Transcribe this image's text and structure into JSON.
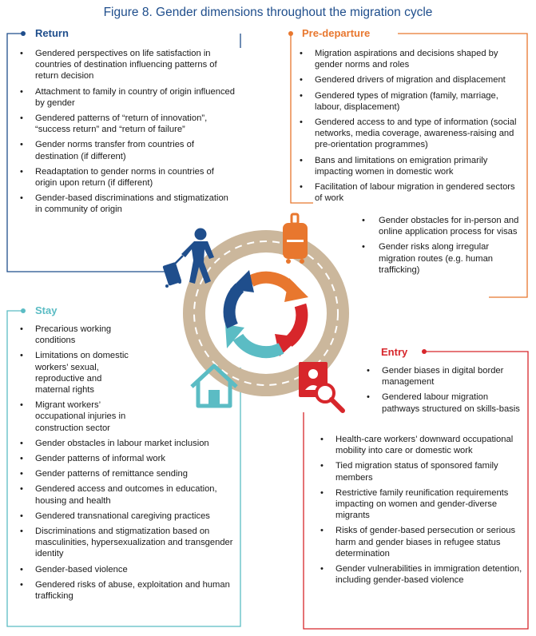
{
  "title": "Figure 8. Gender dimensions throughout the migration cycle",
  "colors": {
    "return": "#1f4e8c",
    "pre_departure": "#e8772e",
    "stay": "#5bbcc4",
    "entry": "#d7262b",
    "road": "#cbb79c"
  },
  "return": {
    "title": "Return",
    "icon": "traveller-icon",
    "items": [
      "Gendered perspectives on life satisfaction in countries of destination influencing patterns of return decision",
      "Attachment to family in country of origin influenced by gender",
      "Gendered patterns of “return of innovation”, “success return” and “return of failure”",
      "Gender norms transfer from countries of destination (if different)",
      "Readaptation to gender norms in countries of origin upon return (if different)",
      "Gender-based discriminations and stigmatization in community of origin"
    ]
  },
  "pre_departure": {
    "title": "Pre-departure",
    "icon": "suitcase-icon",
    "items": [
      "Migration aspirations and decisions shaped by gender norms and roles",
      "Gendered drivers of migration and displacement",
      "Gendered types of migration (family, marriage, labour, displacement)",
      "Gendered access to and type of information (social networks, media coverage, awareness-raising and pre-orientation programmes)",
      "Bans and limitations on emigration primarily impacting women in domestic work",
      "Facilitation of labour migration in gendered sectors of work"
    ],
    "sub_items": [
      "Gender obstacles for in-person and online application process for visas",
      "Gender risks along irregular migration routes (e.g. human trafficking)"
    ]
  },
  "stay": {
    "title": "Stay",
    "icon": "house-icon",
    "items": [
      "Precarious working conditions",
      "Limitations on domestic workers’ sexual, reproductive and maternal rights",
      "Migrant workers’ occupational injuries in construction sector",
      "Gender obstacles in labour market inclusion",
      "Gender patterns of informal work",
      "Gender patterns of remittance sending",
      "Gendered access and outcomes in education, housing and health",
      "Gendered transnational caregiving practices",
      "Discriminations and stigmatization based on masculinities, hypersexualization and transgender identity",
      "Gender-based violence",
      "Gendered risks of abuse, exploitation and human trafficking"
    ]
  },
  "entry": {
    "title": "Entry",
    "icon": "passport-search-icon",
    "items_top": [
      "Gender biases in digital border management",
      "Gendered labour migration pathways structured on skills-basis"
    ],
    "items": [
      "Health-care workers’ downward occupational mobility into care or domestic work",
      "Tied migration status of sponsored family members",
      "Restrictive family reunification requirements impacting on women and gender-diverse migrants",
      "Risks of gender-based persecution or serious harm and gender biases in refugee status determination",
      "Gender vulnerabilities in immigration detention, including gender-based violence"
    ]
  }
}
